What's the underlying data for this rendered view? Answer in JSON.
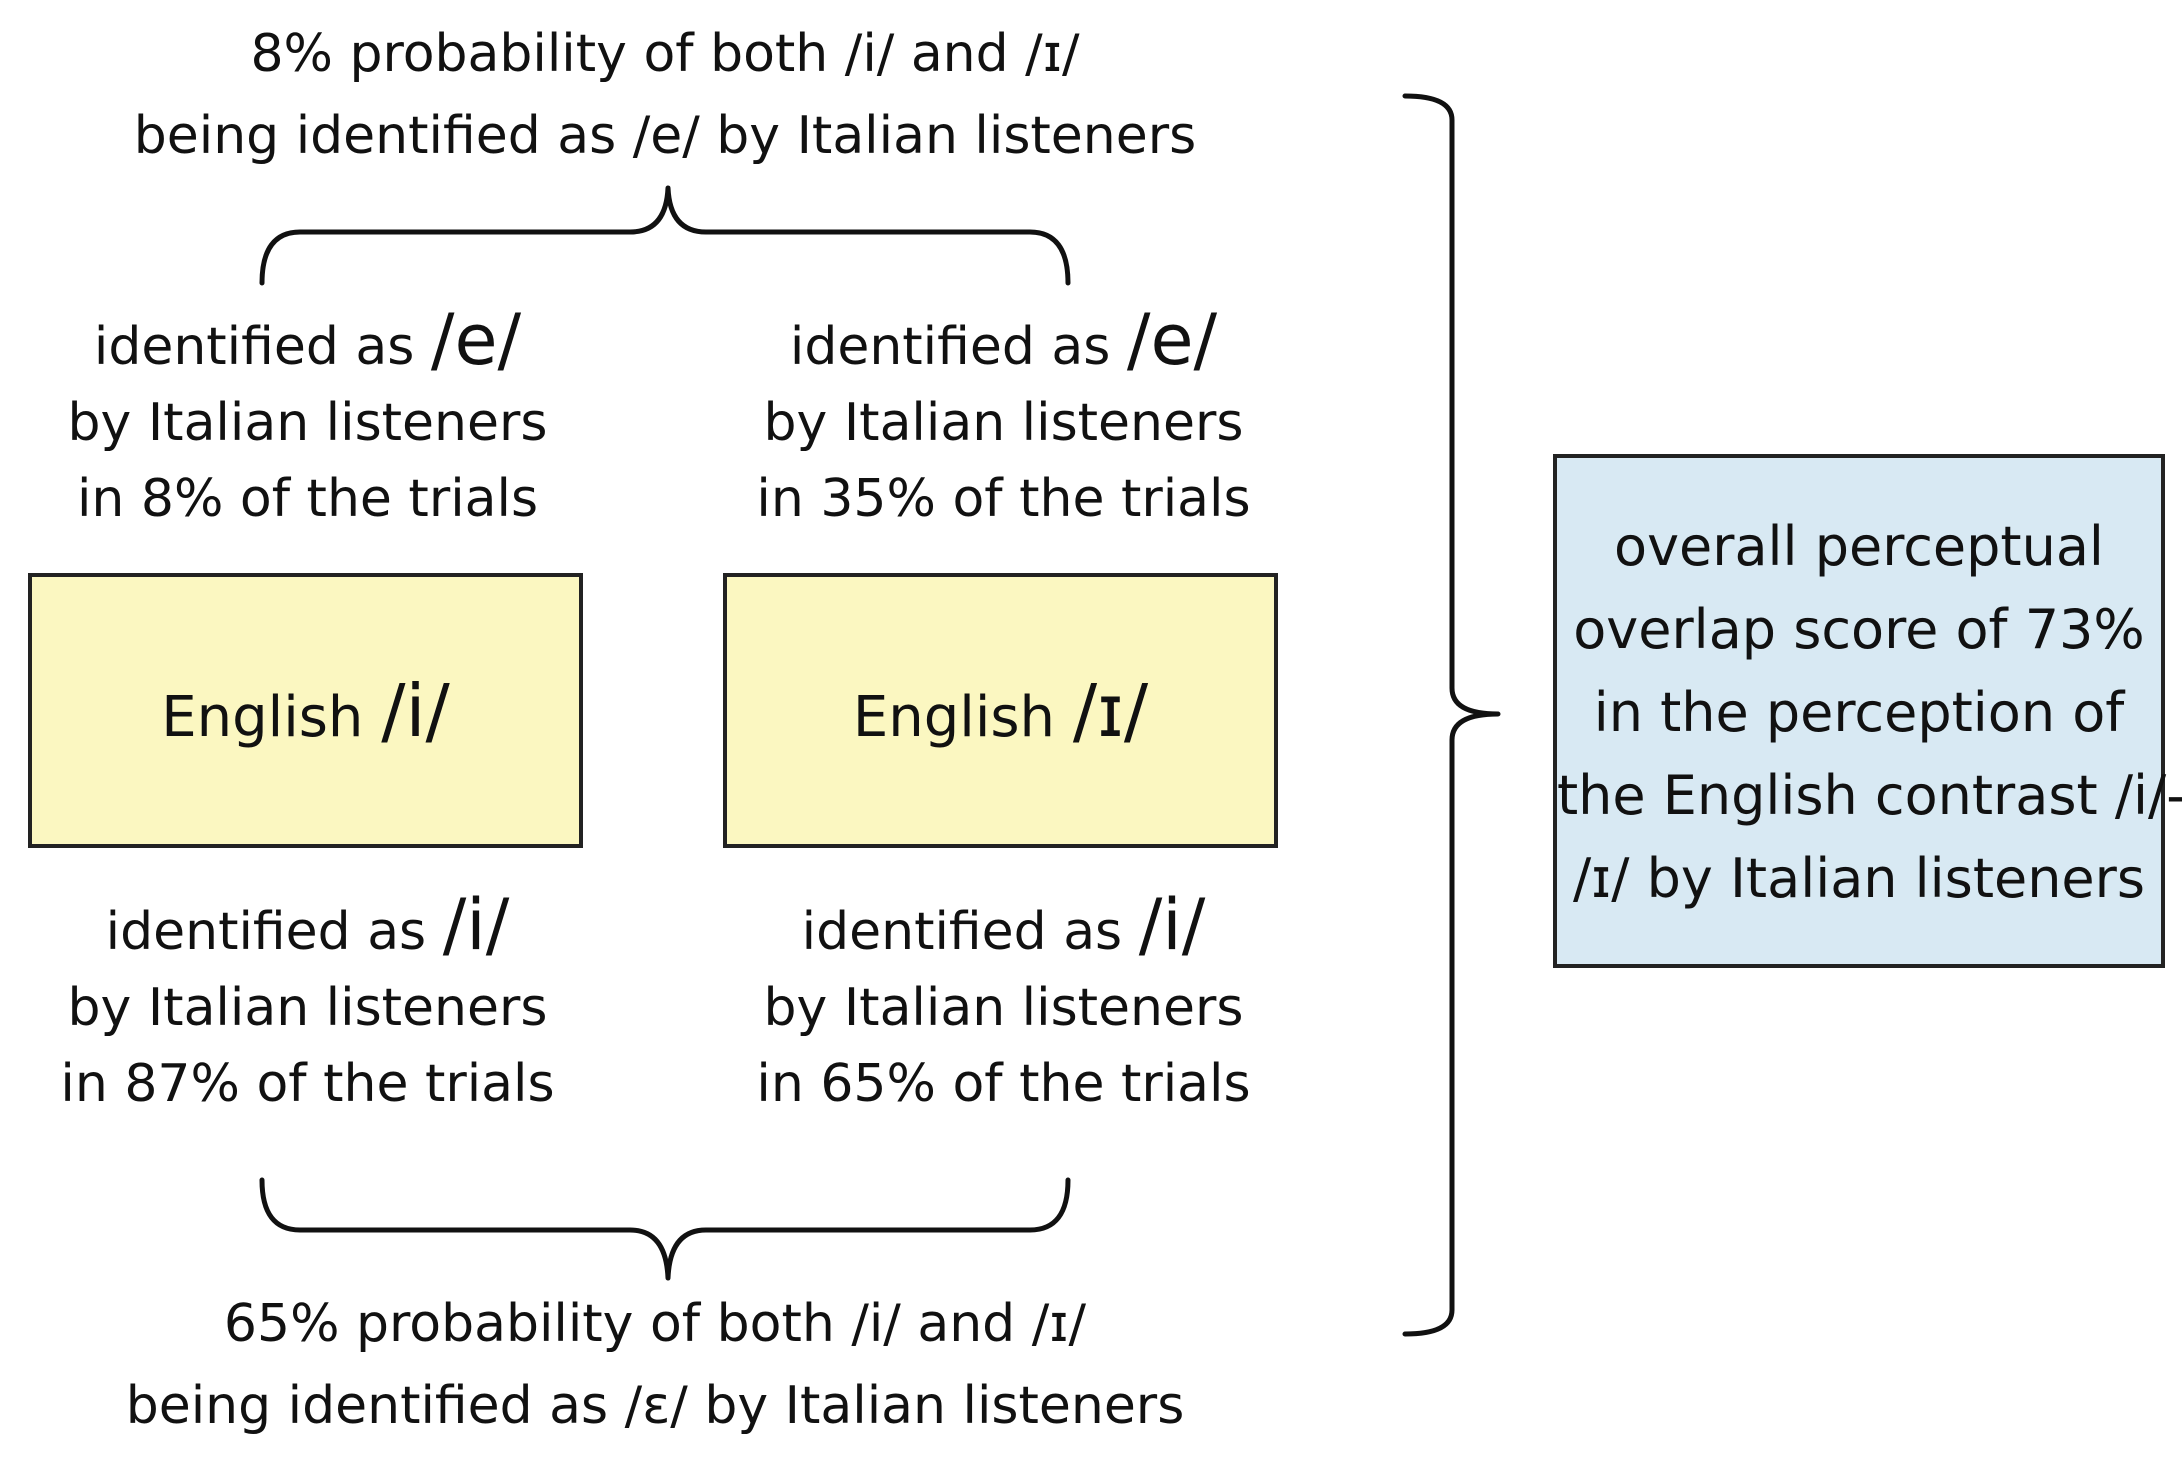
{
  "top_note": {
    "line1": "8% probability of both /i/ and /ɪ/",
    "line2": "being identified as /e/ by Italian listeners"
  },
  "bottom_note": {
    "line1": "65% probability of both /i/ and /ɪ/",
    "line2": "being identified as /ɛ/  by Italian listeners"
  },
  "left": {
    "top_prefix": "identified as ",
    "top_symbol": "/e/",
    "top_line2": "by Italian listeners",
    "top_line3": "in 8% of the trials",
    "box_prefix": "English ",
    "box_symbol": "/i/",
    "bottom_prefix": "identified as ",
    "bottom_symbol": "/i/",
    "bottom_line2": "by Italian listeners",
    "bottom_line3": "in 87% of the trials"
  },
  "right": {
    "top_prefix": "identified as ",
    "top_symbol": "/e/",
    "top_line2": "by Italian listeners",
    "top_line3": "in 35% of the trials",
    "box_prefix": "English ",
    "box_symbol": "/ɪ/",
    "bottom_prefix": "identified as ",
    "bottom_symbol": "/i/",
    "bottom_line2": "by Italian listeners",
    "bottom_line3": "in 65% of the trials"
  },
  "summary": {
    "line1": "overall perceptual",
    "line2": "overlap score of 73%",
    "line3": "in the perception of",
    "line4": "the  English contrast /i/-",
    "line5": "/ɪ/ by Italian listeners"
  },
  "colors": {
    "yellow_box": "#fbf7c1",
    "blue_box": "#d8e9f3",
    "stroke": "#222222"
  }
}
